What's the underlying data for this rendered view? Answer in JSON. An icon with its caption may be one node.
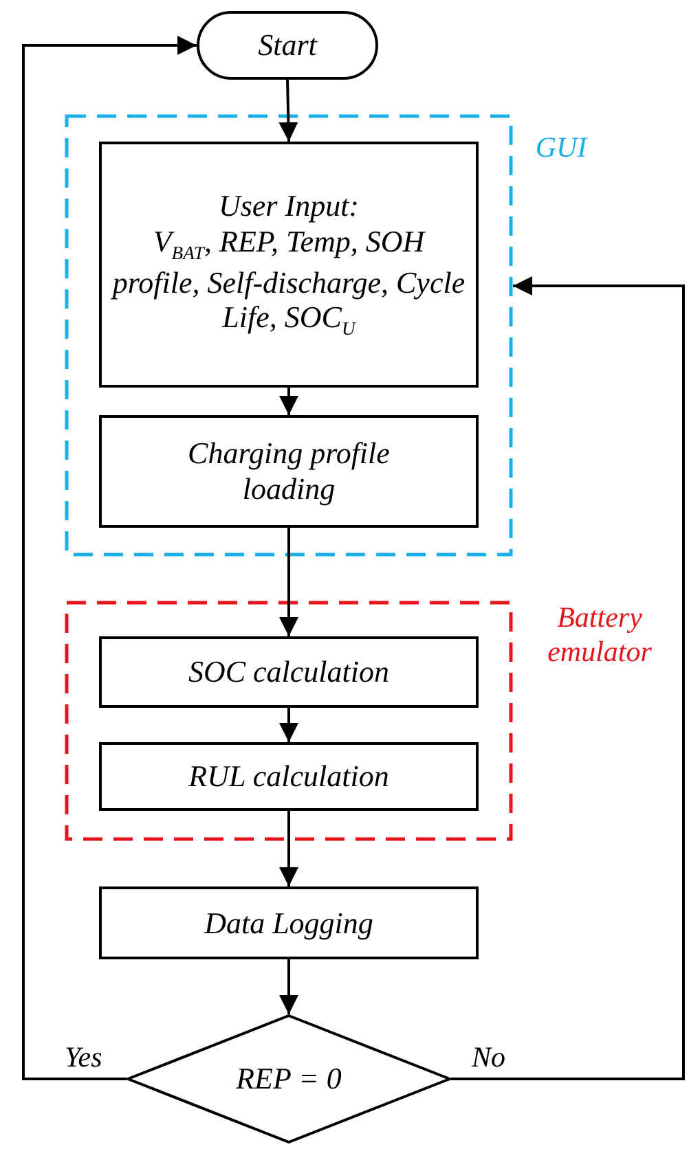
{
  "diagram": {
    "nodes": [
      {
        "text": [
          "Start"
        ]
      },
      {
        "text": [
          "GUI"
        ]
      },
      {
        "text": [
          "User Input:",
          "V$_{BAT}$, REP, Temp, SOH profile, Self-discharge, Cycle Life, SOC$_{U}$"
        ],
        "in": 1
      },
      {
        "text": [
          "Charging profile loading"
        ],
        "in": 1
      },
      {
        "text": [
          "Battery emulator"
        ]
      },
      {
        "text": [
          "SOC calculation"
        ],
        "in": 4
      },
      {
        "text": [
          "RUL calculation"
        ],
        "in": 4
      },
      {
        "text": [
          "Data Logging"
        ]
      },
      {
        "text": [
          "REP = 0"
        ]
      }
    ],
    "edges": [
      {
        "from": 0,
        "to": 2,
        "arrow": "to"
      },
      {
        "from": 2,
        "to": 3,
        "arrow": "to"
      },
      {
        "from": 3,
        "to": 5,
        "arrow": "to"
      },
      {
        "from": 5,
        "to": 6,
        "arrow": "to"
      },
      {
        "from": 6,
        "to": 7,
        "arrow": "to"
      },
      {
        "from": 7,
        "to": 8,
        "arrow": "to"
      },
      {
        "from": 8,
        "to": 0,
        "arrow": "to",
        "label": "Yes"
      },
      {
        "from": 8,
        "to": 1,
        "arrow": "to",
        "label": "No"
      }
    ]
  }
}
